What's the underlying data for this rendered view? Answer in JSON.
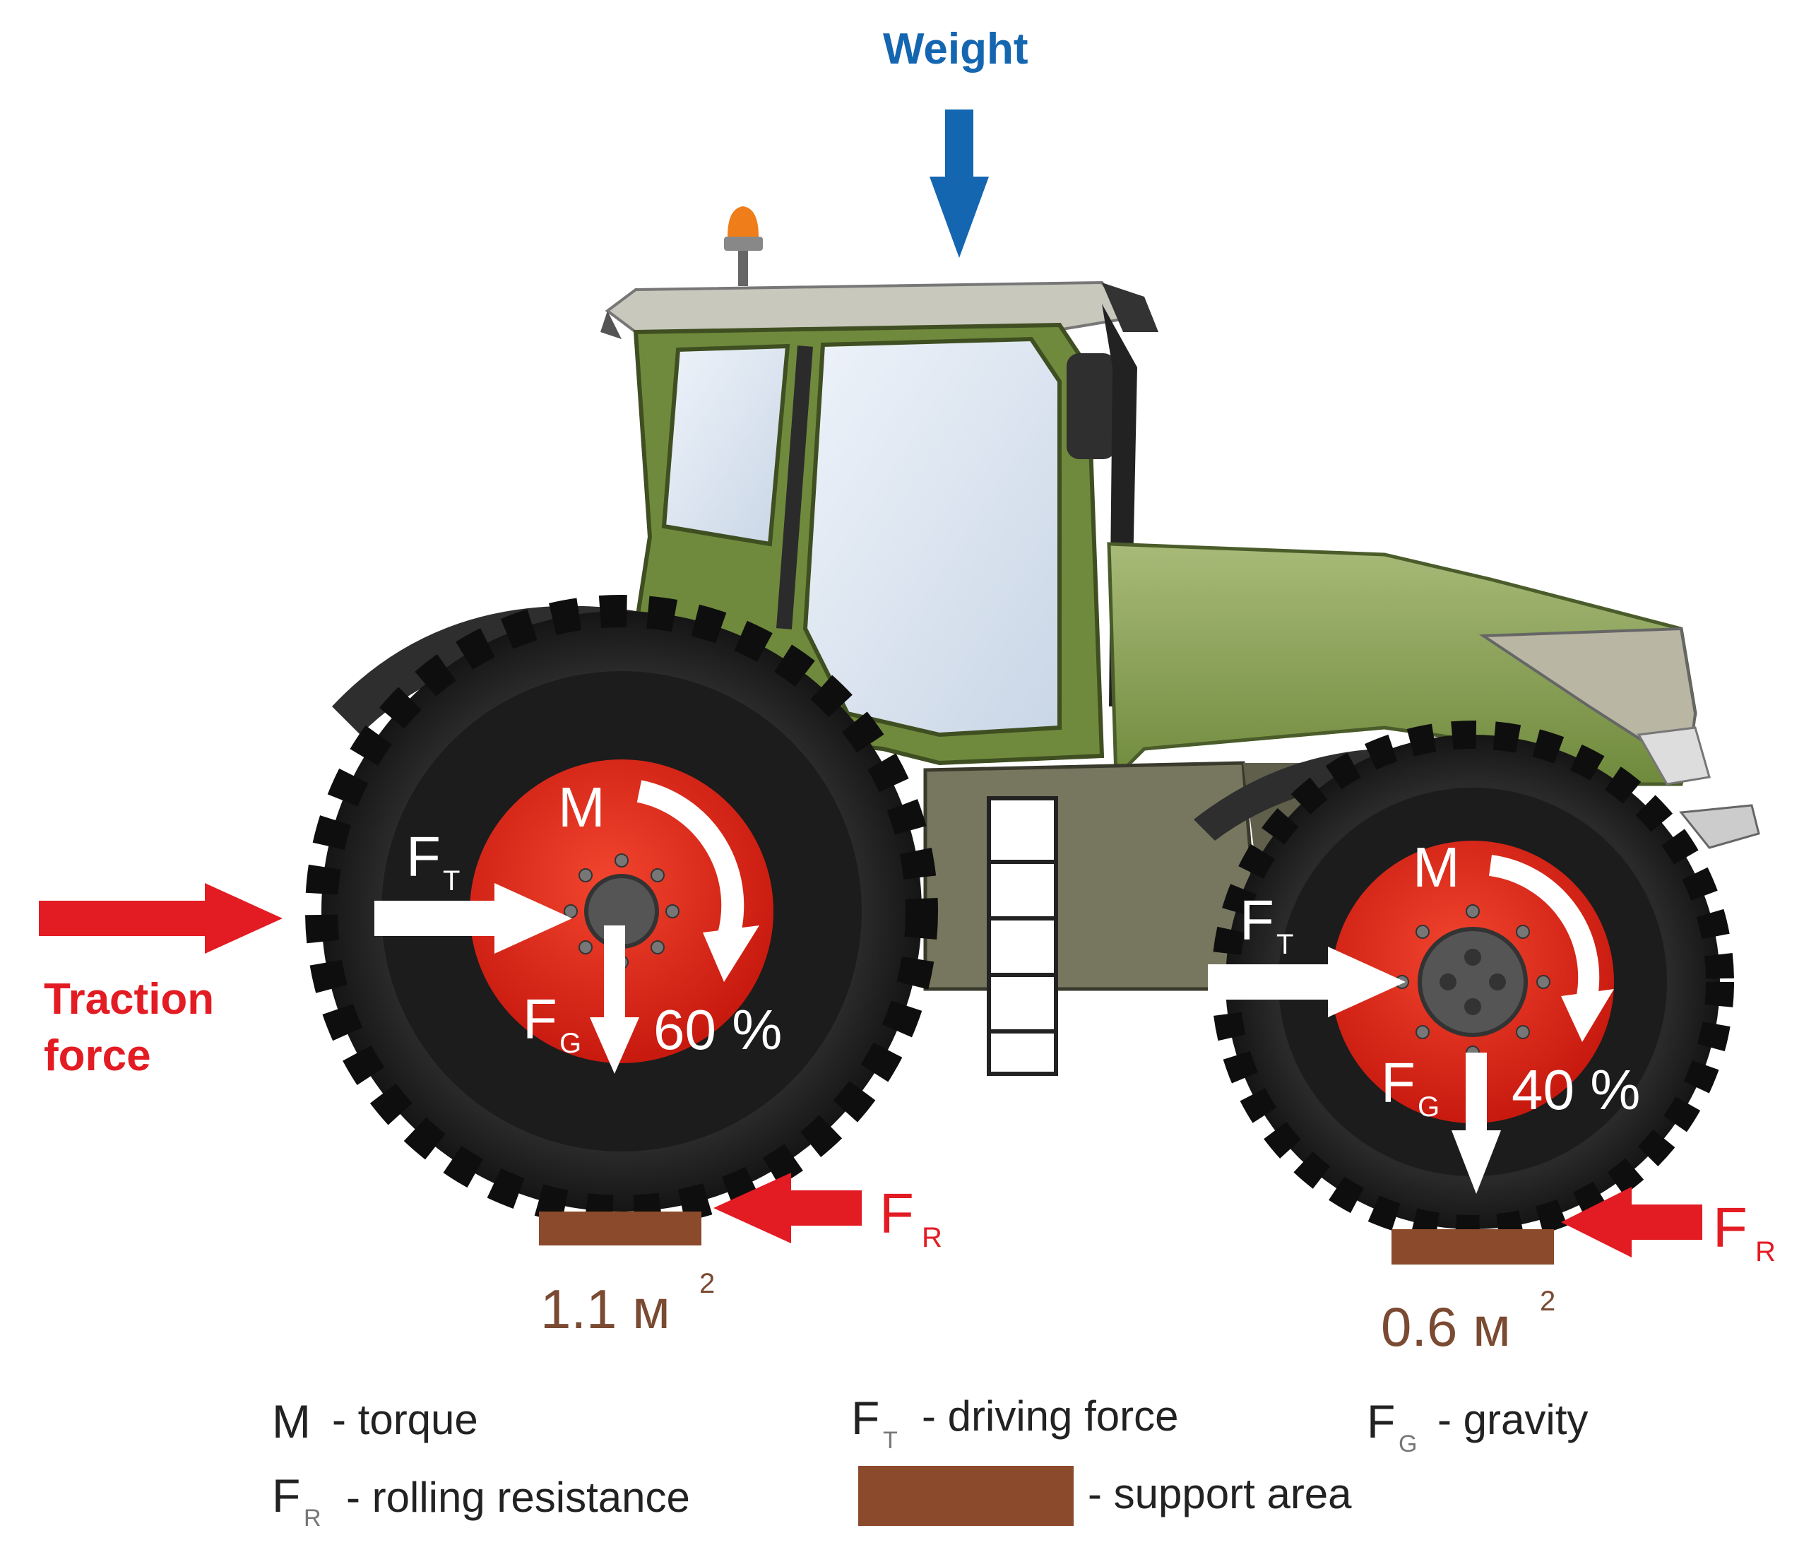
{
  "labels": {
    "weight": "Weight",
    "traction_line1": "Traction",
    "traction_line2": "force"
  },
  "rear_wheel": {
    "M": "M",
    "FT": "F",
    "FT_sub": "T",
    "FG": "F",
    "FG_sub": "G",
    "percent": "60 %",
    "area": "1.1 м",
    "area_sup": "2",
    "FR": "F",
    "FR_sub": "R"
  },
  "front_wheel": {
    "M": "M",
    "FT": "F",
    "FT_sub": "T",
    "FG": "F",
    "FG_sub": "G",
    "percent": "40 %",
    "area": "0.6 м",
    "area_sup": "2",
    "FR": "F",
    "FR_sub": "R"
  },
  "legend": {
    "torque_sym": "M",
    "torque_text": "- torque",
    "driving_sym": "F",
    "driving_sub": "T",
    "driving_text": "- driving force",
    "gravity_sym": "F",
    "gravity_sub": "G",
    "gravity_text": "- gravity",
    "rolling_sym": "F",
    "rolling_sub": "R",
    "rolling_text": "- rolling resistance",
    "support_text": "- support area"
  },
  "colors": {
    "force_red": "#e31b23",
    "weight_blue": "#1466b0",
    "support_brown": "#8b4a2b",
    "tractor_green": "#6f8a3c",
    "tire_black": "#1e1e1e"
  }
}
